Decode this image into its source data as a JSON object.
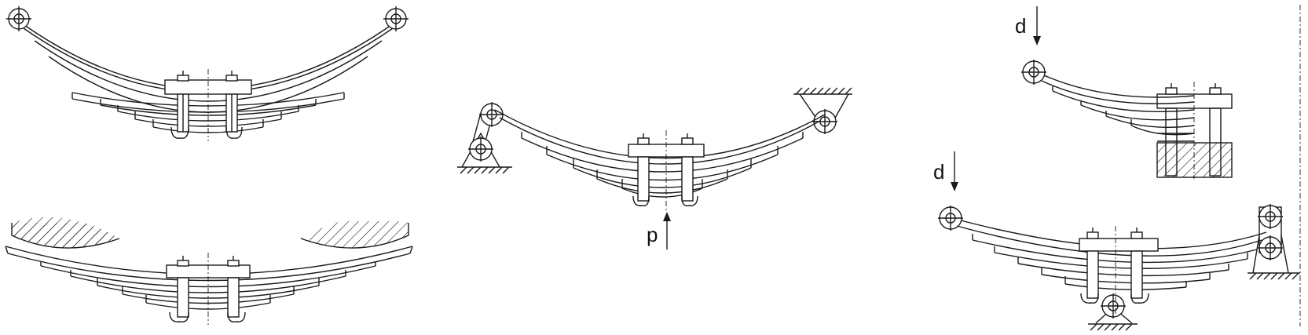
{
  "diagram": {
    "figures": [
      {
        "id": "fig-top-left",
        "kind": "leaf-spring-eye-ends"
      },
      {
        "id": "fig-bottom-left",
        "kind": "leaf-spring-slipper-ends"
      },
      {
        "id": "fig-center",
        "kind": "leaf-spring-shackle",
        "load_label": "p"
      },
      {
        "id": "fig-top-right",
        "kind": "leaf-spring-cantilever",
        "load_label": "d"
      },
      {
        "id": "fig-bottom-right",
        "kind": "leaf-spring-center-pivot",
        "load_label": "d"
      }
    ],
    "colors": {
      "line": "#1a1a1a",
      "background": "#ffffff"
    }
  }
}
